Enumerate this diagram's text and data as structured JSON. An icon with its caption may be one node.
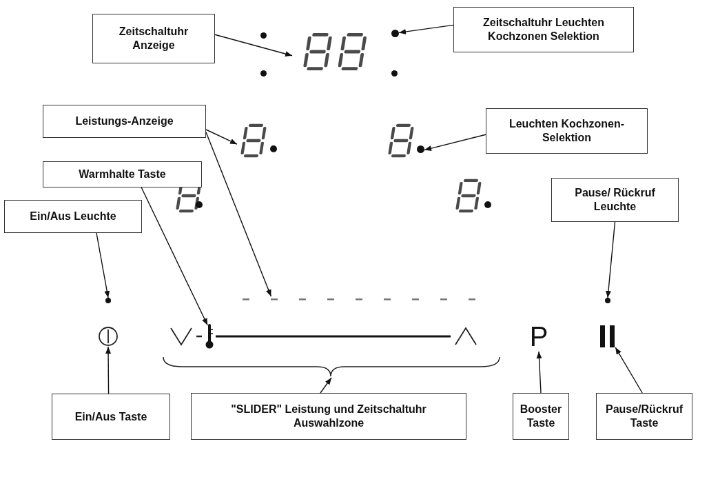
{
  "diagram": {
    "nodes": [
      {
        "text": [
          "Zeitschaltuhr Anzeige"
        ]
      },
      {
        "text": [
          "Zeitschaltuhr Leuchten Kochzonen Selektion"
        ]
      },
      {
        "text": [],
        "shape": "display"
      },
      {
        "text": [],
        "shape": "circle"
      },
      {
        "text": [
          "Leistungs-Anzeige"
        ]
      },
      {
        "text": [
          "Leuchten Kochzonen- Selektion"
        ]
      },
      {
        "text": [],
        "shape": "display"
      },
      {
        "text": [],
        "shape": "circle"
      },
      {
        "text": [
          "Warmhalte Taste"
        ]
      },
      {
        "text": [
          "Ein/Aus Leuchte"
        ]
      },
      {
        "text": [
          "Pause/ Rückruf Leuchte"
        ]
      },
      {
        "text": [],
        "shape": "circle"
      },
      {
        "text": [],
        "shape": "bar"
      },
      {
        "text": [],
        "shape": "circle"
      },
      {
        "text": [],
        "shape": "icon"
      },
      {
        "text": [],
        "shape": "icon"
      },
      {
        "text": [
          "P"
        ]
      },
      {
        "text": [],
        "shape": "icon"
      },
      {
        "text": [],
        "shape": "bracket"
      },
      {
        "text": [
          "Ein/Aus Taste"
        ]
      },
      {
        "text": [
          "\"SLIDER\" Leistung und Zeitschaltuhr Auswahlzone"
        ]
      },
      {
        "text": [
          "Booster Taste"
        ]
      },
      {
        "text": [
          "Pause/Rückruf Taste"
        ]
      }
    ],
    "edges": [
      {
        "from": 0,
        "to": 2,
        "arrow": "to"
      },
      {
        "from": 1,
        "to": 3,
        "arrow": "to"
      },
      {
        "from": 4,
        "to": 6,
        "arrow": "to"
      },
      {
        "from": 4,
        "to": 12,
        "arrow": "to"
      },
      {
        "from": 5,
        "to": 7,
        "arrow": "to"
      },
      {
        "from": 8,
        "to": 15,
        "arrow": "to"
      },
      {
        "from": 9,
        "to": 11,
        "arrow": "to"
      },
      {
        "from": 10,
        "to": 13,
        "arrow": "to"
      },
      {
        "from": 19,
        "to": 14,
        "arrow": "to"
      },
      {
        "from": 20,
        "to": 18,
        "arrow": "to"
      },
      {
        "from": 21,
        "to": 16,
        "arrow": "to"
      },
      {
        "from": 22,
        "to": 17,
        "arrow": "to"
      }
    ]
  }
}
